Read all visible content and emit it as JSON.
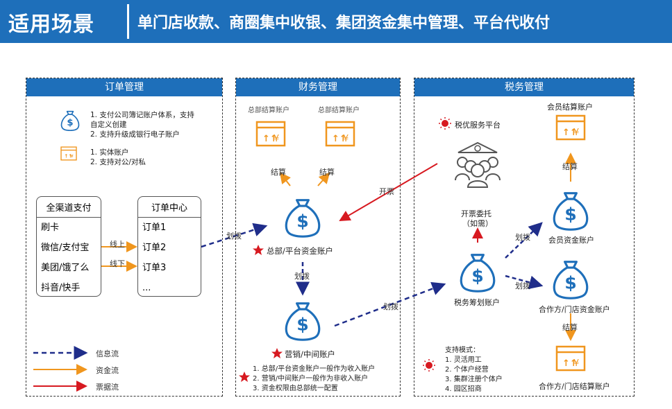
{
  "header": {
    "title": "适用场景",
    "subtitle": "单门店收款、商圈集中收银、集团资金集中管理、平台代收付"
  },
  "panels": {
    "order": "订单管理",
    "finance": "财务管理",
    "tax": "税务管理"
  },
  "order": {
    "legend_bag": [
      "1. 支付公司簿记账户体系，支持",
      "自定义创建",
      "2. 支持升级成银行电子账户"
    ],
    "legend_acct": [
      "1. 实体账户",
      "2. 支持对公/对私"
    ],
    "channels_title": "全渠道支付",
    "channels": [
      "刷卡",
      "微信/支付宝",
      "美团/饿了么",
      "抖音/快手"
    ],
    "orders_title": "订单中心",
    "orders": [
      "订单1",
      "订单2",
      "订单3",
      "..."
    ],
    "online": "线上",
    "offline": "线下",
    "transfer": "划拨"
  },
  "legend": {
    "info": "信息流",
    "fund": "资金流",
    "invoice": "票据流"
  },
  "colors": {
    "blue": "#1e6fba",
    "orange": "#f0961e",
    "red": "#d71920",
    "navy": "#1f2d8a"
  },
  "finance": {
    "settle1": "总部结算账户",
    "settle2": "总部结算账户",
    "settle_label": "结算",
    "hq_account": "总部/平台资金账户",
    "transfer": "划拨",
    "marketing_account": "营销/中间账户",
    "notes": [
      "1. 总部/平台资金账户一般作为收入账户",
      "2. 营销/中间账户一般作为非收入账户",
      "3. 资金权限由总部统一配置"
    ],
    "invoice": "开票",
    "transfer2": "划拨"
  },
  "tax": {
    "platform": "税优服务平台",
    "entrust": "开票委托",
    "entrust_note": "（如需）",
    "planning_account": "税务筹划账户",
    "member_settle": "会员结算账户",
    "settle_label": "结算",
    "member_fund": "会员资金账户",
    "transfer_a": "划拨",
    "transfer_b": "划拨",
    "partner_fund": "合作方/门店资金账户",
    "settle_label2": "结算",
    "partner_settle": "合作方/门店结算账户",
    "modes_title": "支持模式：",
    "modes": [
      "1. 灵活用工",
      "2. 个体户经营",
      "3. 集群注册个体户",
      "4. 园区招商"
    ]
  }
}
